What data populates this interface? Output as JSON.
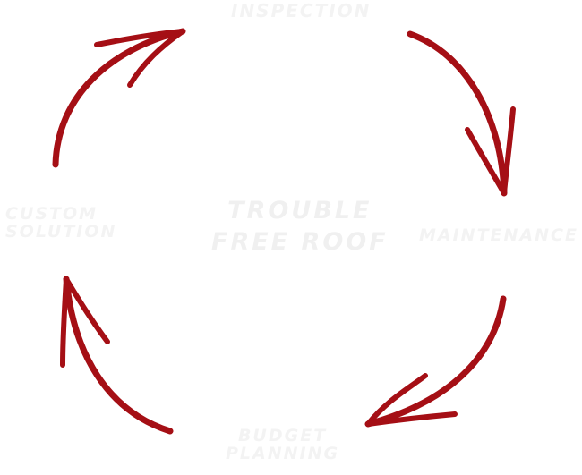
{
  "colors": {
    "arrow": "#a50f15",
    "label": "#f3f3f3",
    "center_label": "#f0f0f0",
    "background": "#ffffff"
  },
  "labels": {
    "inspection": "INSPECTION",
    "maintenance": "MAINTENANCE",
    "budget_line1": "BUDGET",
    "budget_line2": "PLANNING",
    "custom_line1": "CUSTOM",
    "custom_line2": "SOLUTION",
    "center_line1": "Trouble",
    "center_line2": "Free Roof"
  }
}
